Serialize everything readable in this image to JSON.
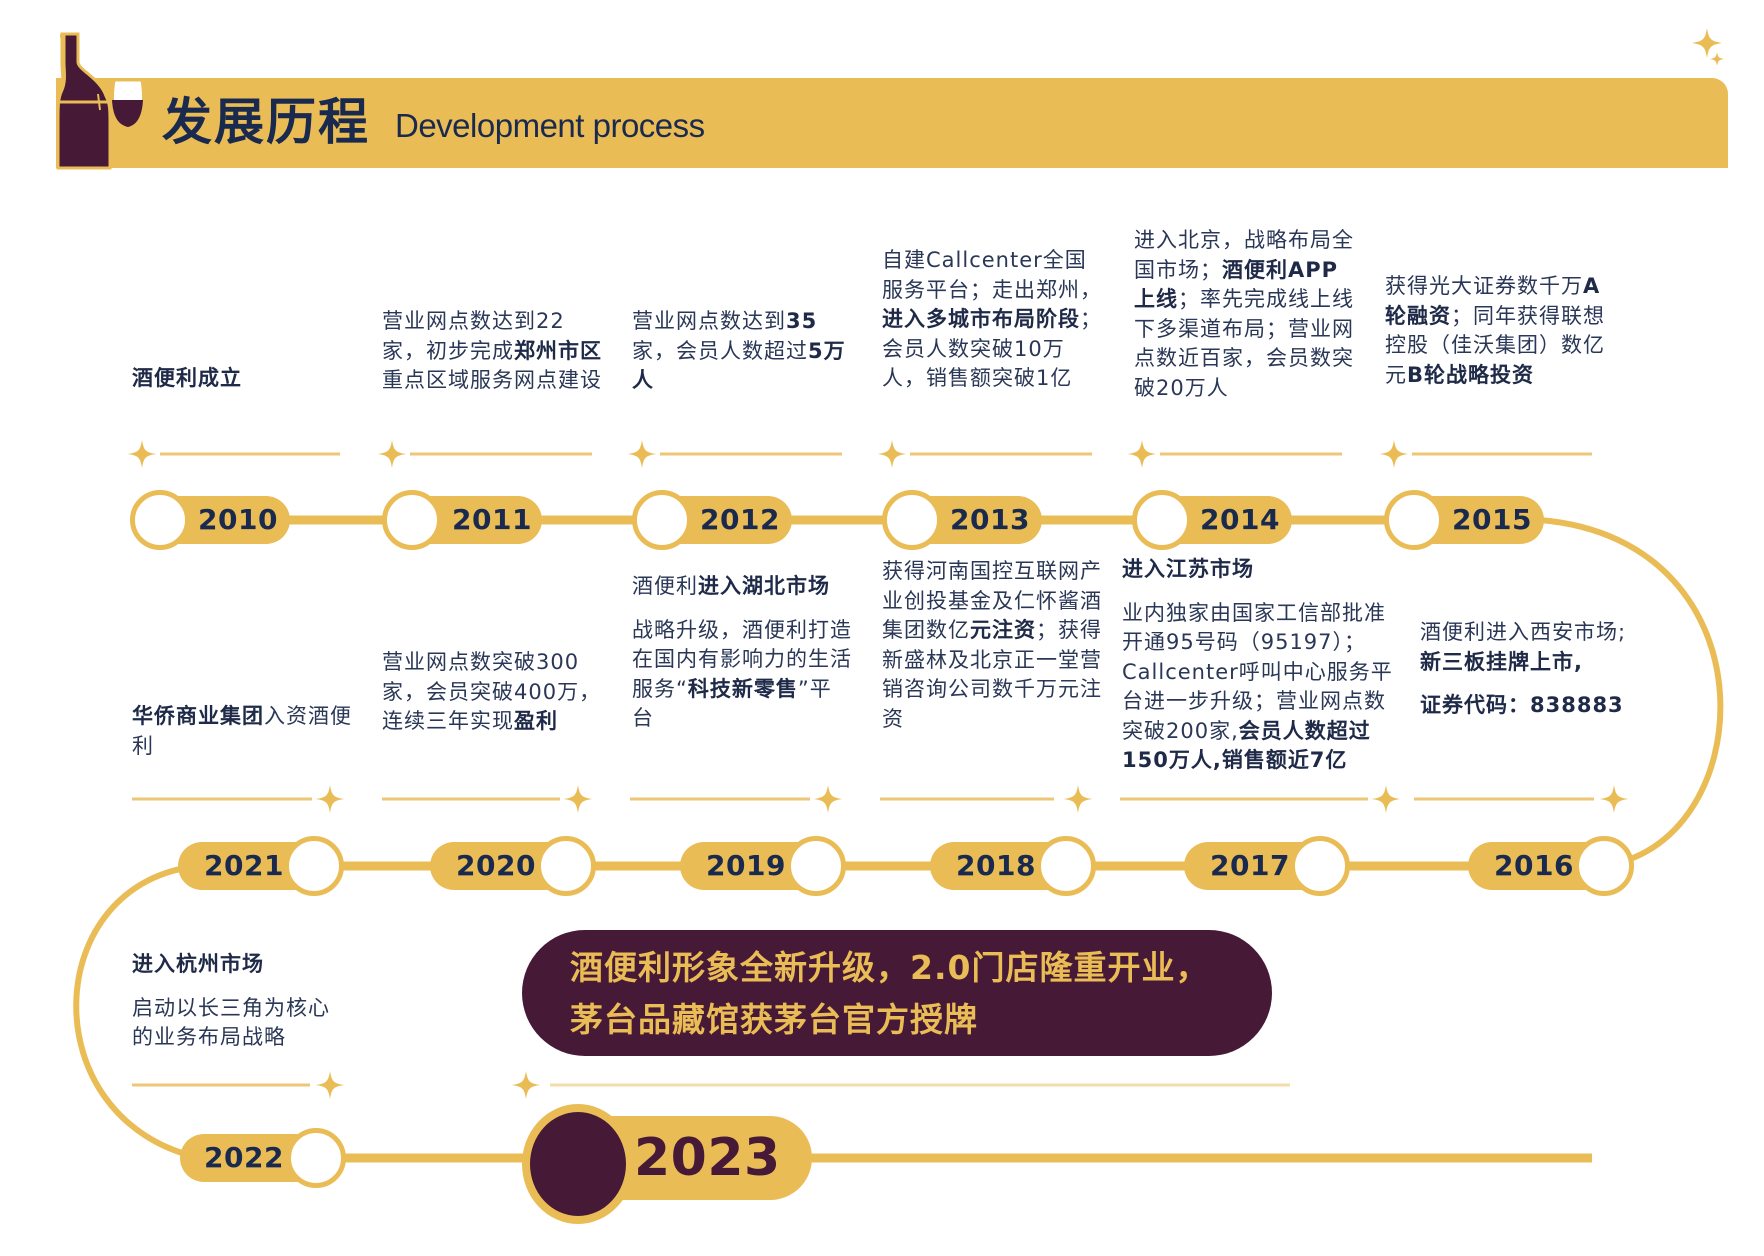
{
  "header": {
    "title_cn": "发展历程",
    "title_en": "Development process",
    "icons": [
      "wine-bottle-icon",
      "wine-glass-icon",
      "sparkle-icon"
    ]
  },
  "colors": {
    "gold": "#EABC55",
    "burgundy": "#461A37",
    "navy_text": "#1A2A4F",
    "white": "#FFFFFF"
  },
  "timeline": {
    "row1": [
      {
        "year": "2010",
        "text": [
          {
            "t": "酒便利成立",
            "b": true
          }
        ]
      },
      {
        "year": "2011",
        "text": [
          {
            "t": "营业网点数达到22家，初步完成"
          },
          {
            "t": "郑州市区",
            "b": true
          },
          {
            "t": "重点区域服务网点建设"
          }
        ]
      },
      {
        "year": "2012",
        "text": [
          {
            "t": "营业网点数达到"
          },
          {
            "t": "35",
            "b": true
          },
          {
            "t": "家，会员人数超过"
          },
          {
            "t": "5万人",
            "b": true
          }
        ]
      },
      {
        "year": "2013",
        "text": [
          {
            "t": "自建Callcenter全国服务平台；走出郑州，"
          },
          {
            "t": "进入多城市布局阶段",
            "b": true
          },
          {
            "t": "；会员人数突破10万人，销售额突破1亿"
          }
        ]
      },
      {
        "year": "2014",
        "text": [
          {
            "t": "进入北京，战略布局全国市场；"
          },
          {
            "t": "酒便利APP上线",
            "b": true
          },
          {
            "t": "；率先完成线上线下多渠道布局；营业网点数近百家，会员数突破20万人"
          }
        ]
      },
      {
        "year": "2015",
        "text": [
          {
            "t": "获得光大证券数千万"
          },
          {
            "t": "A轮融资",
            "b": true
          },
          {
            "t": "；同年获得联想控股（佳沃集团）数亿元"
          },
          {
            "t": "B轮战略投资",
            "b": true
          }
        ]
      }
    ],
    "row2": [
      {
        "year": "2021",
        "text": [
          {
            "t": "华侨商业集团",
            "b": true
          },
          {
            "t": "入资酒便利"
          }
        ]
      },
      {
        "year": "2020",
        "text": [
          {
            "t": "营业网点数突破300家，会员突破400万，连续三年实现"
          },
          {
            "t": "盈利",
            "b": true
          }
        ]
      },
      {
        "year": "2019",
        "title": [
          {
            "t": "酒便利"
          },
          {
            "t": "进入湖北市场",
            "b": true
          }
        ],
        "text": [
          {
            "t": "战略升级，酒便利打造在国内有影响力的生活服务“"
          },
          {
            "t": "科技新零售",
            "b": true
          },
          {
            "t": "”平台"
          }
        ]
      },
      {
        "year": "2018",
        "text": [
          {
            "t": "获得河南国控互联网产业创投基金及仁怀酱酒集团数亿"
          },
          {
            "t": "元注资",
            "b": true
          },
          {
            "t": "；获得新盛林及北京正一堂营销咨询公司数千万元注资"
          }
        ]
      },
      {
        "year": "2017",
        "title": [
          {
            "t": "进入江苏市场",
            "b": true
          }
        ],
        "text": [
          {
            "t": "业内独家由国家工信部批准开通95号码（95197）；Callcenter呼叫中心服务平台进一步升级；营业网点数突破200家,"
          },
          {
            "t": "会员人数超过150万人,销售额近7亿",
            "b": true
          }
        ]
      },
      {
        "year": "2016",
        "text": [
          {
            "t": "酒便利进入西安市场;"
          },
          {
            "t": "新三板挂牌上市,",
            "b": true
          }
        ],
        "extra": [
          {
            "t": "证券代码：838883",
            "b": true
          }
        ]
      }
    ],
    "row3": [
      {
        "year": "2022",
        "title": [
          {
            "t": "进入杭州市场",
            "b": true
          }
        ],
        "text": [
          {
            "t": "启动以长三角为核心的业务布局战略"
          }
        ]
      },
      {
        "year": "2023",
        "highlight": "酒便利形象全新升级，2.0门店隆重开业，茅台品藏馆获茅台官方授牌"
      }
    ]
  },
  "display": {
    "r1": {
      "y2010": "2010",
      "y2011": "2011",
      "y2012": "2012",
      "y2013": "2013",
      "y2014": "2014",
      "y2015": "2015"
    },
    "r2": {
      "y2021": "2021",
      "y2020": "2020",
      "y2019": "2019",
      "y2018": "2018",
      "y2017": "2017",
      "y2016": "2016"
    },
    "r3": {
      "y2022": "2022",
      "y2023": "2023"
    },
    "d2010": "酒便利成立",
    "d2011_a": "营业网点数达到22家，初步完成",
    "d2011_b": "郑州市区",
    "d2011_c": "重点区域服务网点建设",
    "d2012_a": "营业网点数达到",
    "d2012_b": "35",
    "d2012_c": "家，会员人数超过",
    "d2012_d": "5万人",
    "d2013_a": "自建Callcenter全国服务平台；走出郑州，",
    "d2013_b": "进入多城市布局阶段",
    "d2013_c": "；会员人数突破10万人，销售额突破1亿",
    "d2014_a": "进入北京，战略布局全国市场；",
    "d2014_b": "酒便利APP上线",
    "d2014_c": "；率先完成线上线下多渠道布局；营业网点数近百家，会员数突破20万人",
    "d2015_a": "获得光大证券数千万",
    "d2015_b": "A轮融资",
    "d2015_c": "；同年获得联想控股（佳沃集团）数亿元",
    "d2015_d": "B轮战略投资",
    "d2021_a": "华侨商业集团",
    "d2021_b": "入资酒便利",
    "d2020_a": "营业网点数突破300家，会员突破400万，连续三年实现",
    "d2020_b": "盈利",
    "d2019_t1": "酒便利",
    "d2019_t2": "进入湖北市场",
    "d2019_a": "战略升级，酒便利打造在国内有影响力的生活服务“",
    "d2019_b": "科技新零售",
    "d2019_c": "”平台",
    "d2018_a": "获得河南国控互联网产业创投基金及仁怀酱酒集团数亿",
    "d2018_b": "元注资",
    "d2018_c": "；获得新盛林及北京正一堂营销咨询公司数千万元注资",
    "d2017_t": "进入江苏市场",
    "d2017_a": "业内独家由国家工信部批准开通95号码（95197）；Callcenter呼叫中心服务平台进一步升级；营业网点数突破200家,",
    "d2017_b": "会员人数超过150万人,销售额近7亿",
    "d2016_a": "酒便利进入西安市场;",
    "d2016_b": "新三板挂牌上市,",
    "d2016_c": "证券代码：838883",
    "d2022_t": "进入杭州市场",
    "d2022_a": "启动以长三角为核心的业务布局战略",
    "h2023_l1": "酒便利形象全新升级，2.0门店隆重开业，",
    "h2023_l2": "茅台品藏馆获茅台官方授牌"
  }
}
